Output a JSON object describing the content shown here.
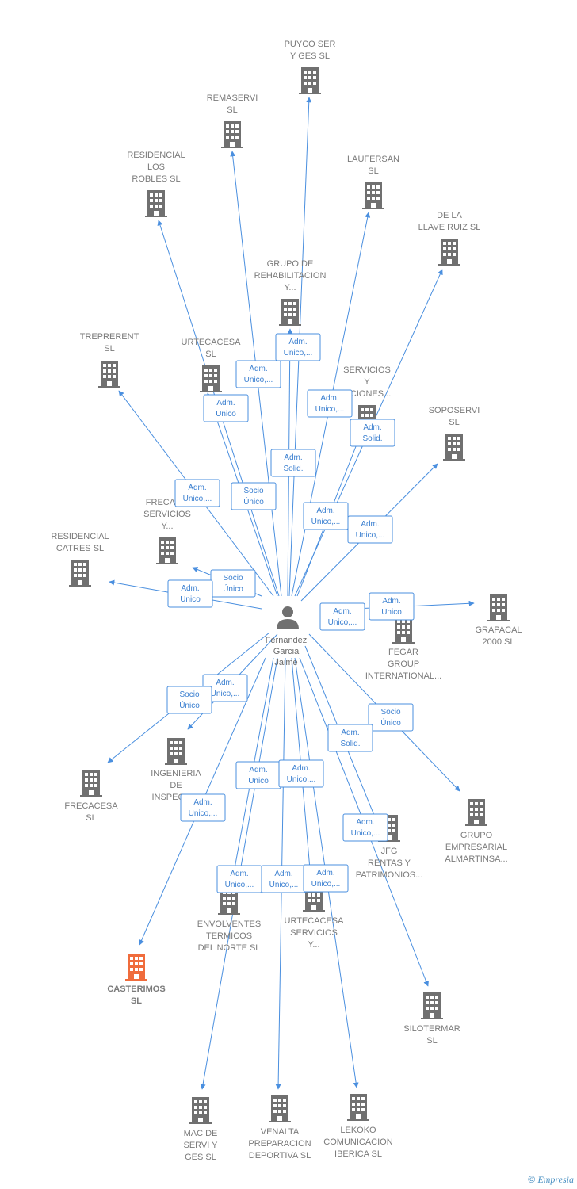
{
  "center": {
    "name_lines": [
      "Fernandez",
      "Garcia",
      "Jaime"
    ],
    "icon": "person-icon"
  },
  "colors": {
    "edge": "#4a8fdf",
    "building": "#707070",
    "highlight": "#f06c3c",
    "label": "#7a7a7a"
  },
  "companies": [
    {
      "id": "puyco",
      "lines": [
        "PUYCO SER",
        "Y GES  SL"
      ]
    },
    {
      "id": "remaservi",
      "lines": [
        "REMASERVI",
        "SL"
      ]
    },
    {
      "id": "residencial-robles",
      "lines": [
        "RESIDENCIAL",
        "LOS",
        "ROBLES  SL"
      ]
    },
    {
      "id": "laufersan",
      "lines": [
        "LAUFERSAN",
        "SL"
      ]
    },
    {
      "id": "de-la-llave",
      "lines": [
        "DE LA",
        "LLAVE RUIZ SL"
      ]
    },
    {
      "id": "grupo-rehab",
      "lines": [
        "GRUPO DE",
        "REHABILITACION",
        "Y..."
      ]
    },
    {
      "id": "treprerent",
      "lines": [
        "TREPRERENT",
        "SL"
      ]
    },
    {
      "id": "urtecacesa",
      "lines": [
        "URTECACESA",
        "SL"
      ]
    },
    {
      "id": "servicios-y",
      "lines": [
        "SERVICIOS",
        "Y",
        "...CIONES..."
      ]
    },
    {
      "id": "soposervi",
      "lines": [
        "SOPOSERVI",
        "SL"
      ]
    },
    {
      "id": "frecacesa-servicios",
      "lines": [
        "FRECAC...",
        "SERVICIOS",
        "Y..."
      ]
    },
    {
      "id": "residencial-catres",
      "lines": [
        "RESIDENCIAL",
        "CATRES SL"
      ]
    },
    {
      "id": "grapacal",
      "lines": [
        "GRAPACAL",
        "2000  SL"
      ]
    },
    {
      "id": "fegar",
      "lines": [
        "FEGAR",
        "GROUP",
        "INTERNATIONAL..."
      ]
    },
    {
      "id": "ingenieria",
      "lines": [
        "INGENIERIA",
        "DE",
        "INSPECCI..."
      ]
    },
    {
      "id": "frecacesa",
      "lines": [
        "FRECACESA",
        "SL"
      ]
    },
    {
      "id": "grupo-empresarial",
      "lines": [
        "GRUPO",
        "EMPRESARIAL",
        "ALMARTINSA..."
      ]
    },
    {
      "id": "jfg",
      "lines": [
        "JFG",
        "RENTAS Y",
        "PATRIMONIOS..."
      ]
    },
    {
      "id": "envolventes",
      "lines": [
        "ENVOLVENTES",
        "TERMICOS",
        "DEL NORTE SL"
      ]
    },
    {
      "id": "urtecacesa-servicios",
      "lines": [
        "URTECACESA",
        "SERVICIOS",
        "Y..."
      ]
    },
    {
      "id": "casterimos",
      "lines": [
        "CASTERIMOS",
        "SL"
      ],
      "highlight": true
    },
    {
      "id": "silotermar",
      "lines": [
        "SILOTERMAR",
        "SL"
      ]
    },
    {
      "id": "mac-de-servi",
      "lines": [
        "MAC DE",
        "SERVI Y",
        "GES  SL"
      ]
    },
    {
      "id": "venalta",
      "lines": [
        "VENALTA",
        "PREPARACION",
        "DEPORTIVA  SL"
      ]
    },
    {
      "id": "lekoko",
      "lines": [
        "LEKOKO",
        "COMUNICACION",
        "IBERICA  SL"
      ]
    }
  ],
  "roles": [
    {
      "id": "r1",
      "lines": [
        "Adm.",
        "Unico,..."
      ]
    },
    {
      "id": "r2",
      "lines": [
        "Adm.",
        "Unico,..."
      ]
    },
    {
      "id": "r3",
      "lines": [
        "Adm.",
        "Unico"
      ]
    },
    {
      "id": "r4",
      "lines": [
        "Adm.",
        "Unico,..."
      ]
    },
    {
      "id": "r5",
      "lines": [
        "Adm.",
        "Solid."
      ]
    },
    {
      "id": "r6",
      "lines": [
        "Adm.",
        "Solid."
      ]
    },
    {
      "id": "r7",
      "lines": [
        "Adm.",
        "Unico,..."
      ]
    },
    {
      "id": "r8",
      "lines": [
        "Socio",
        "Único"
      ]
    },
    {
      "id": "r9",
      "lines": [
        "Adm.",
        "Unico,..."
      ]
    },
    {
      "id": "r10",
      "lines": [
        "Adm.",
        "Unico,..."
      ]
    },
    {
      "id": "r11",
      "lines": [
        "Socio",
        "Único"
      ]
    },
    {
      "id": "r12",
      "lines": [
        "Adm.",
        "Unico"
      ]
    },
    {
      "id": "r13",
      "lines": [
        "Adm.",
        "Unico"
      ]
    },
    {
      "id": "r14",
      "lines": [
        "Adm.",
        "Unico,..."
      ]
    },
    {
      "id": "r15",
      "lines": [
        "Adm.",
        "Unico,..."
      ]
    },
    {
      "id": "r16",
      "lines": [
        "Socio",
        "Único"
      ]
    },
    {
      "id": "r17",
      "lines": [
        "Socio",
        "Único"
      ]
    },
    {
      "id": "r18",
      "lines": [
        "Adm.",
        "Solid."
      ]
    },
    {
      "id": "r19",
      "lines": [
        "Adm.",
        "Unico"
      ]
    },
    {
      "id": "r20",
      "lines": [
        "Adm.",
        "Unico,..."
      ]
    },
    {
      "id": "r21",
      "lines": [
        "Adm.",
        "Unico,..."
      ]
    },
    {
      "id": "r22",
      "lines": [
        "Adm.",
        "Unico,..."
      ]
    },
    {
      "id": "r23",
      "lines": [
        "Adm.",
        "Unico,..."
      ]
    },
    {
      "id": "r24",
      "lines": [
        "Adm.",
        "Unico,..."
      ]
    },
    {
      "id": "r25",
      "lines": [
        "Adm.",
        "Unico,..."
      ]
    }
  ],
  "footer": {
    "copyright": "©",
    "brand": "Empresia"
  }
}
